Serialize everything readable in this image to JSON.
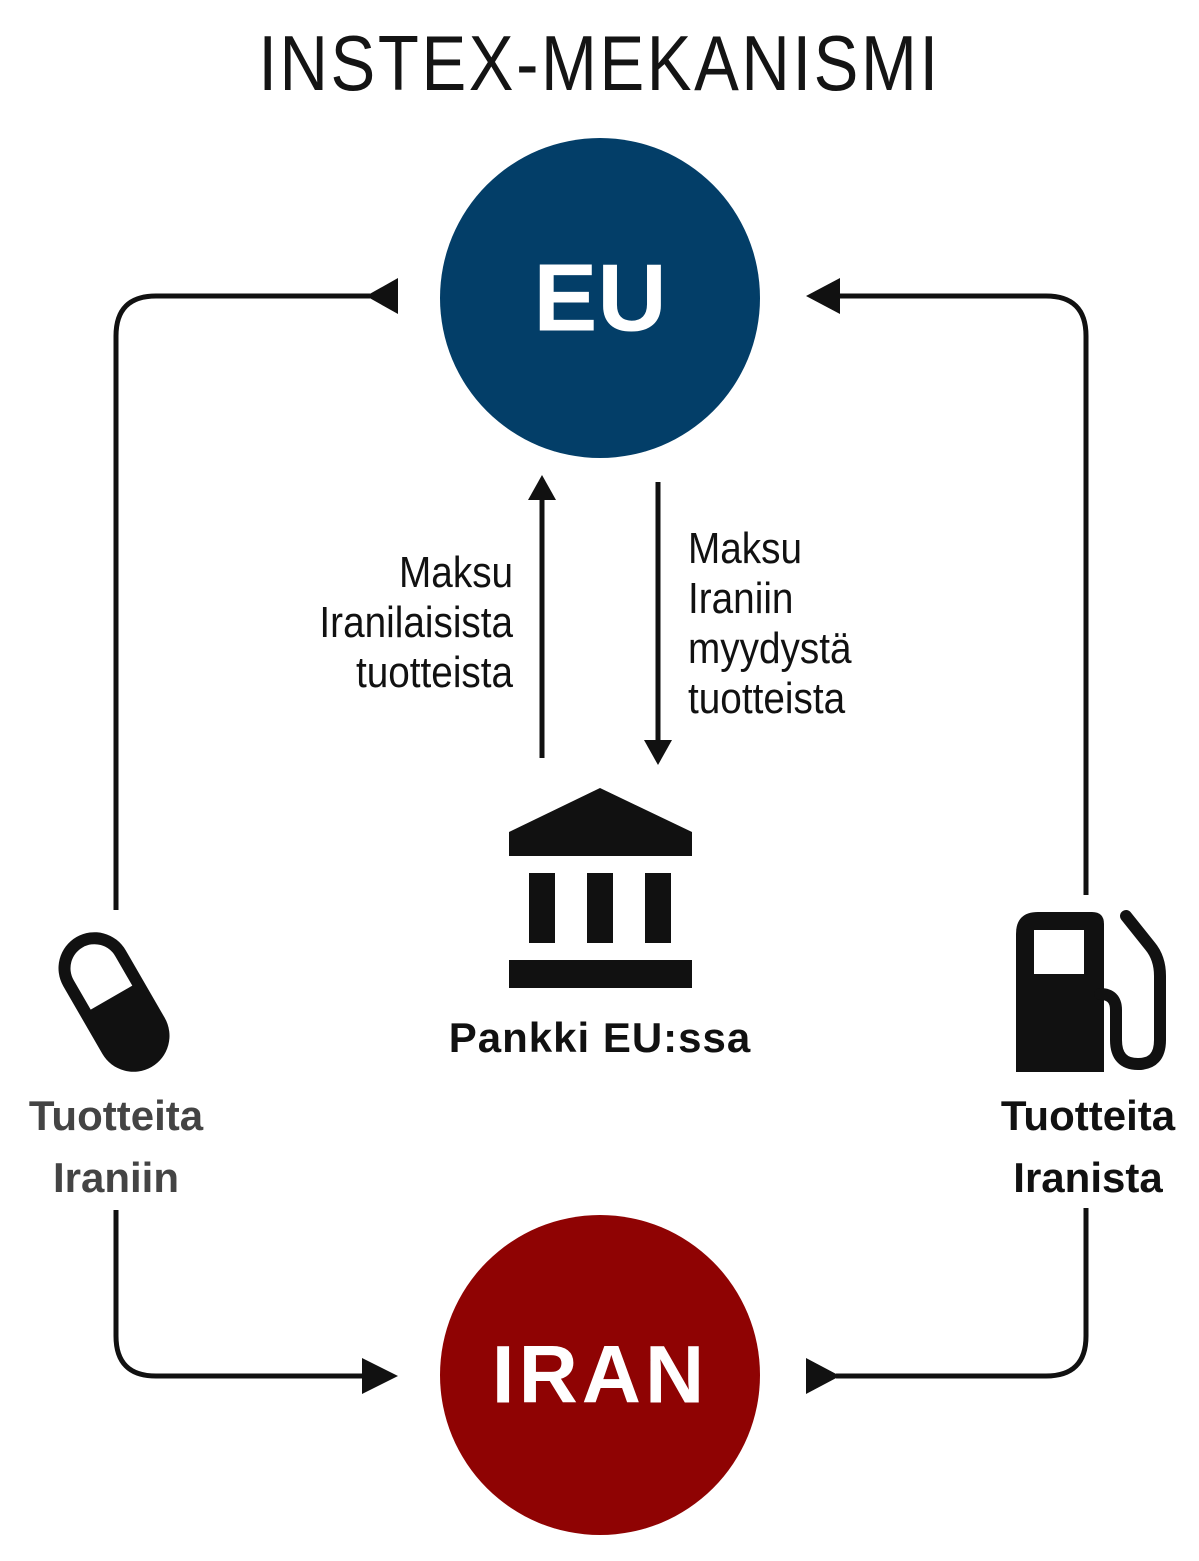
{
  "title": "INSTEX-MEKANISMI",
  "nodes": {
    "eu": {
      "label": "EU",
      "color": "#033e68"
    },
    "iran": {
      "label": "IRAN",
      "color": "#8f0303"
    }
  },
  "payments": {
    "to_eu": [
      "Maksu",
      "Iranilaisista",
      "tuotteista"
    ],
    "to_bank": [
      "Maksu",
      "Iraniin",
      "myydystä",
      "tuotteista"
    ]
  },
  "bank": {
    "label": "Pankki EU:ssa",
    "icon": "bank-icon"
  },
  "goods": {
    "to_iran": {
      "lines": [
        "Tuotteita",
        "Iraniin"
      ],
      "icon": "pill-icon"
    },
    "from_iran": {
      "lines": [
        "Tuotteita",
        "Iranista"
      ],
      "icon": "fuel-pump-icon"
    }
  }
}
